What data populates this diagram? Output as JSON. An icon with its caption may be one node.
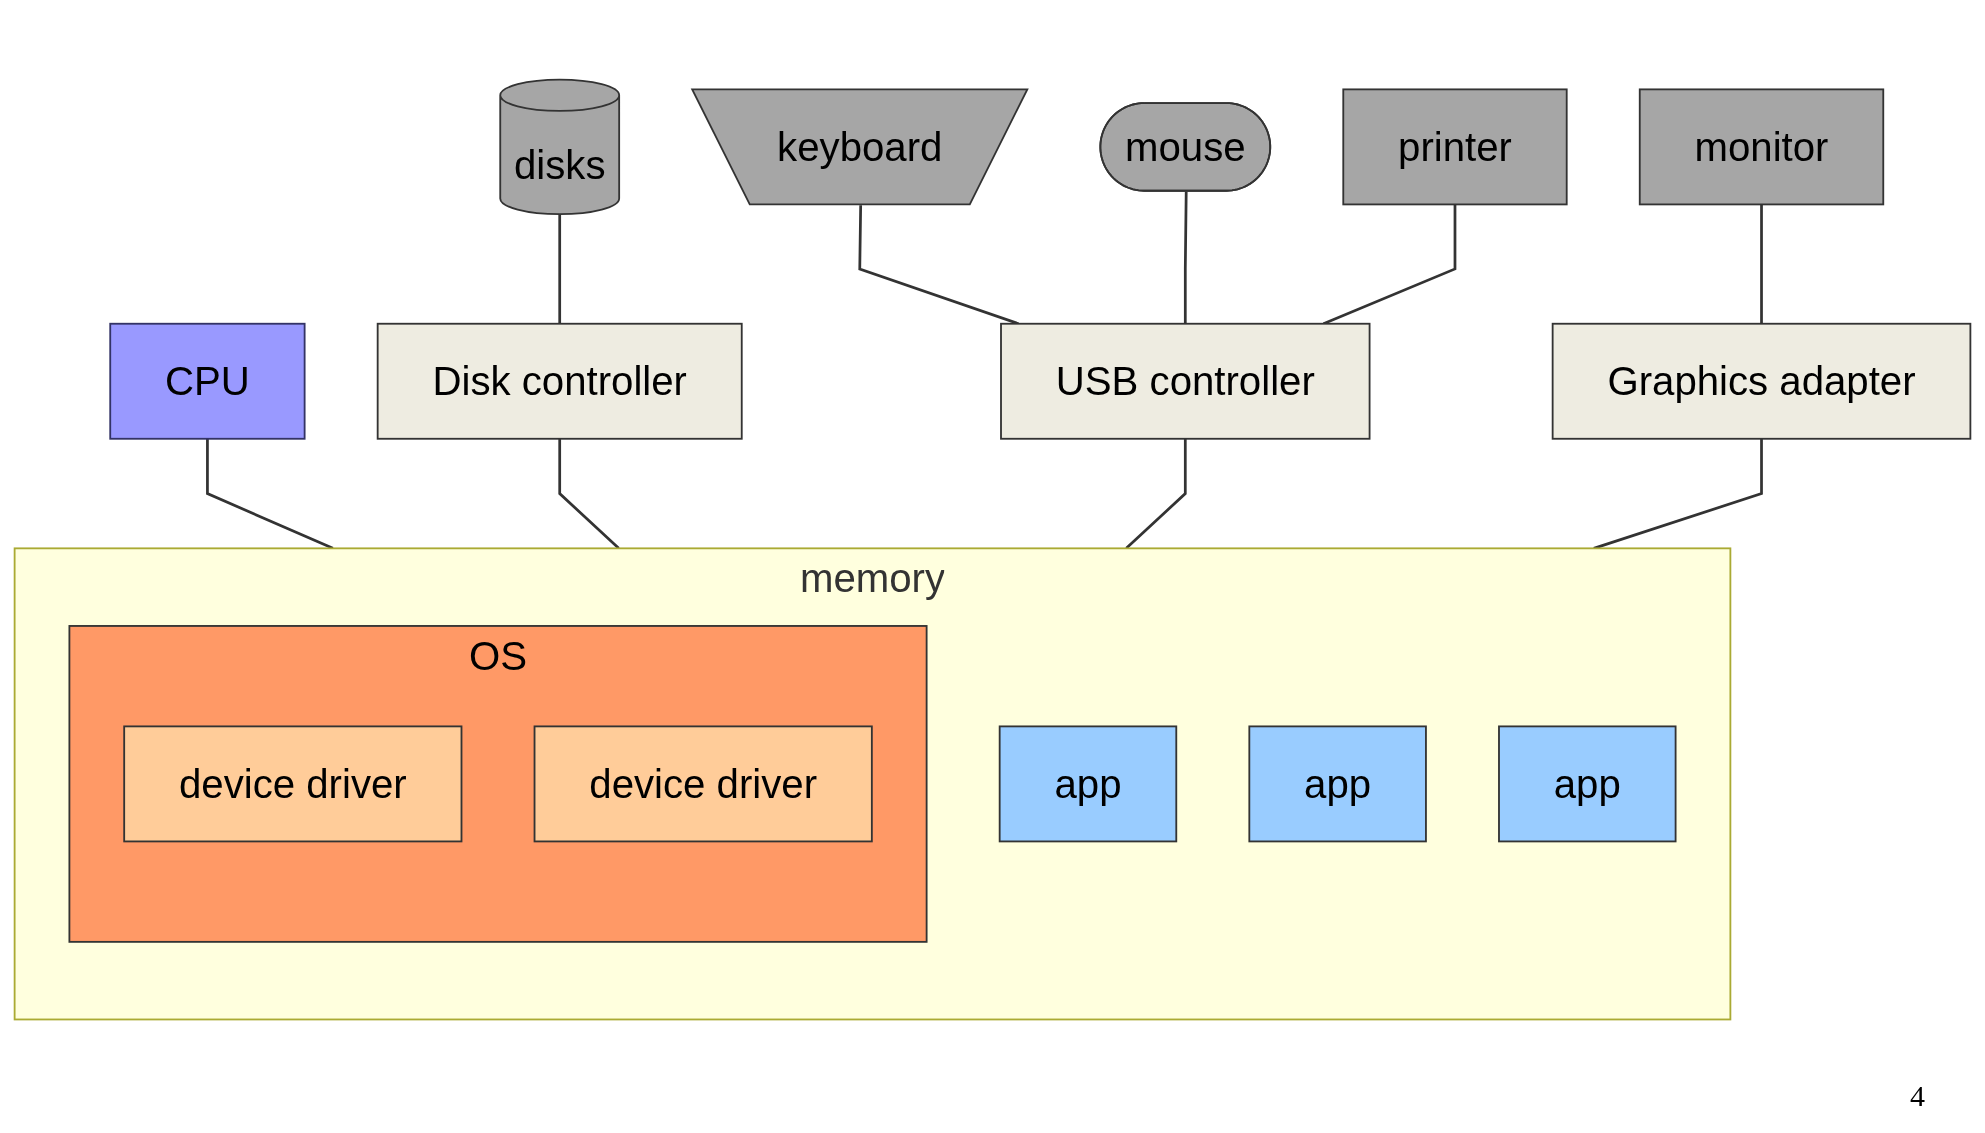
{
  "diagram": {
    "nodes": [
      {
        "text": [
          "disks"
        ]
      },
      {
        "text": [
          "keyboard"
        ]
      },
      {
        "text": [
          "mouse"
        ]
      },
      {
        "text": [
          "printer"
        ]
      },
      {
        "text": [
          "monitor"
        ]
      },
      {
        "text": [
          "CPU"
        ]
      },
      {
        "text": [
          "Disk controller"
        ]
      },
      {
        "text": [
          "USB controller"
        ]
      },
      {
        "text": [
          "Graphics adapter"
        ]
      },
      {
        "text": [
          "memory"
        ]
      },
      {
        "text": [
          "OS"
        ],
        "in": 9
      },
      {
        "text": [
          "device driver"
        ],
        "in": 10
      },
      {
        "text": [
          "device driver"
        ],
        "in": 10
      },
      {
        "text": [
          "app"
        ],
        "in": 9
      },
      {
        "text": [
          "app"
        ],
        "in": 9
      },
      {
        "text": [
          "app"
        ],
        "in": 9
      }
    ],
    "edges": [
      {
        "from": 0,
        "to": 6,
        "arrow": "none"
      },
      {
        "from": 1,
        "to": 7,
        "arrow": "none"
      },
      {
        "from": 2,
        "to": 7,
        "arrow": "none"
      },
      {
        "from": 3,
        "to": 7,
        "arrow": "none"
      },
      {
        "from": 4,
        "to": 8,
        "arrow": "none"
      },
      {
        "from": 5,
        "to": 9,
        "arrow": "none"
      },
      {
        "from": 6,
        "to": 9,
        "arrow": "none"
      },
      {
        "from": 7,
        "to": 9,
        "arrow": "none"
      },
      {
        "from": 8,
        "to": 9,
        "arrow": "none"
      }
    ],
    "labels": [
      "4"
    ]
  }
}
